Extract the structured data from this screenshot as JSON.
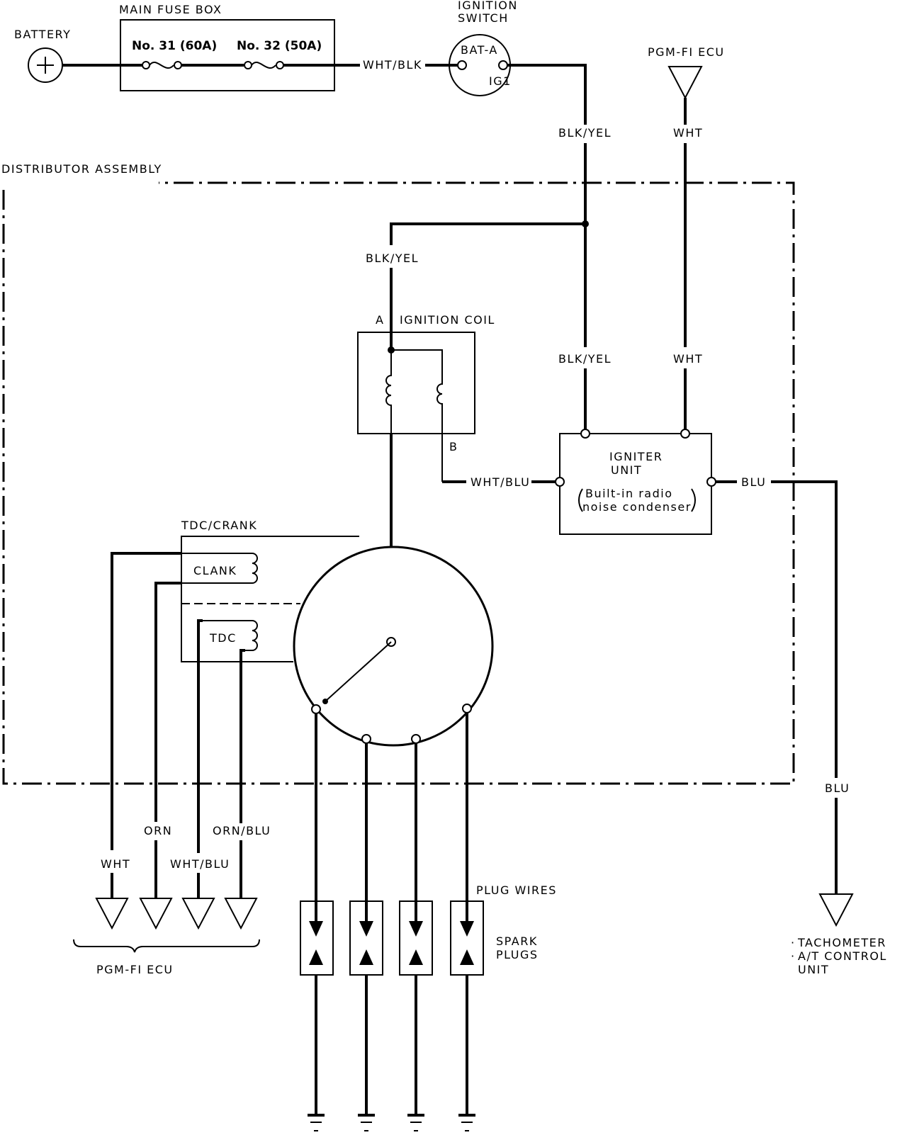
{
  "battery": {
    "label": "BATTERY"
  },
  "fuse_box": {
    "title": "MAIN FUSE BOX",
    "fuse1": "No. 31 (60A)",
    "fuse2": "No. 32 (50A)"
  },
  "ignition_switch": {
    "title_line1": "IGNITION",
    "title_line2": "SWITCH",
    "terminal_bat": "BAT-A",
    "terminal_ig": "IG1"
  },
  "pgm_ecu_top": {
    "label": "PGM-FI ECU"
  },
  "wires": {
    "wht_blk": "WHT/BLK",
    "blk_yel_top": "BLK/YEL",
    "wht_top": "WHT",
    "blk_yel_mid": "BLK/YEL",
    "blk_yel_right": "BLK/YEL",
    "wht_right": "WHT",
    "wht_blu_coil": "WHT/BLU",
    "blu_out": "BLU",
    "blu_lower": "BLU",
    "wht_ecu": "WHT",
    "orn_ecu": "ORN",
    "wht_blu_ecu": "WHT/BLU",
    "orn_blu_ecu": "ORN/BLU"
  },
  "distributor": {
    "label": "DISTRIBUTOR ASSEMBLY"
  },
  "ignition_coil": {
    "label": "IGNITION COIL",
    "terminal_a": "A",
    "terminal_b": "B"
  },
  "igniter": {
    "line1": "IGNITER",
    "line2": "UNIT",
    "note1": "Built-in radio",
    "note2": "noise condenser"
  },
  "sensor": {
    "title": "TDC/CRANK",
    "crank": "CLANK",
    "tdc": "TDC"
  },
  "pgm_ecu_bottom": {
    "label": "PGM-FI ECU"
  },
  "plugs": {
    "wires_label": "PLUG WIRES",
    "spark_line1": "SPARK",
    "spark_line2": "PLUGS"
  },
  "outputs": {
    "line1": "TACHOMETER",
    "line2": "A/T CONTROL",
    "line3": "UNIT"
  }
}
